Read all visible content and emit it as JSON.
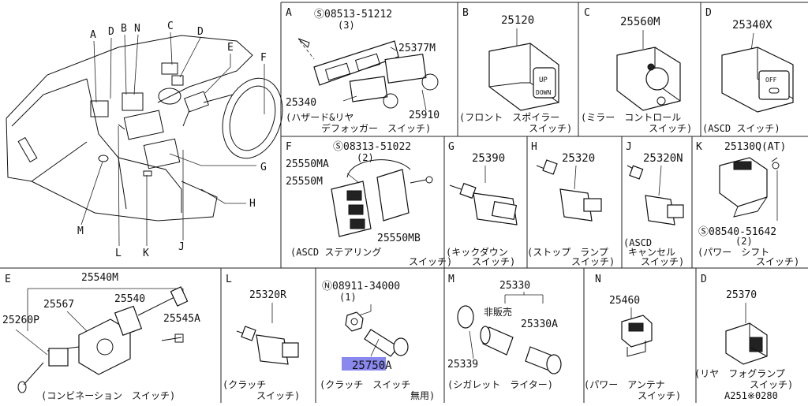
{
  "main_letters": [
    "A",
    "D",
    "B",
    "N",
    "C",
    "D",
    "E",
    "F",
    "G",
    "H",
    "J",
    "K",
    "L",
    "M"
  ],
  "panels": {
    "A": {
      "letter": "A",
      "pn1": "Ⓢ08513-51212",
      "qty": "(3)",
      "pn2": "25377M",
      "pn3": "25340",
      "pn4": "25910",
      "cap1": "(ハザード&リヤ",
      "cap2": "デフォッガー　スイッチ)"
    },
    "B": {
      "letter": "B",
      "pn": "25120",
      "up": "UP",
      "down": "DOWN",
      "cap1": "(フロント　スポイラー",
      "cap2": "スイッチ)"
    },
    "C": {
      "letter": "C",
      "pn": "25560M",
      "cap1": "(ミラー　コントロール",
      "cap2": "スイッチ)"
    },
    "D": {
      "letter": "D",
      "pn": "25340X",
      "off": "OFF",
      "cap1": "(ASCD スイッチ)"
    },
    "F": {
      "letter": "F",
      "pn1": "Ⓢ08313-51022",
      "qty": "(2)",
      "pn2": "25550MA",
      "pn3": "25550M",
      "pn4": "25550MB",
      "cap1": "(ASCD ステアリング",
      "cap2": "スイッチ)"
    },
    "G": {
      "letter": "G",
      "pn": "25390",
      "cap1": "(キックダウン",
      "cap2": "スイッチ)"
    },
    "H": {
      "letter": "H",
      "pn": "25320",
      "cap1": "(ストップ　ランプ",
      "cap2": "スイッチ)"
    },
    "J": {
      "letter": "J",
      "pn": "25320N",
      "cap1": "(ASCD",
      "cap2": "キャンセル",
      "cap3": "スイッチ)"
    },
    "K": {
      "letter": "K",
      "pn1": "25130Q(AT)",
      "pn2": "Ⓢ08540-51642",
      "qty": "(2)",
      "cap1": "(パワー　シフト",
      "cap2": "スイッチ)"
    },
    "E": {
      "letter": "E",
      "pn1": "25540M",
      "pn2": "25567",
      "pn3": "25540",
      "pn4": "25545A",
      "pn5": "25260P",
      "cap1": "(コンビネーション　スイッチ)"
    },
    "L": {
      "letter": "L",
      "pn": "25320R",
      "cap1": "(クラッチ",
      "cap2": "スイッチ)"
    },
    "W": {
      "pn1": "Ⓝ08911-34000",
      "qty": "(1)",
      "pn2": "25750A",
      "cap1": "(クラッチ　スイッチ",
      "cap2": "無用)"
    },
    "M": {
      "letter": "M",
      "pn1": "25330",
      "note": "非販売",
      "pn2": "25330A",
      "pn3": "25339",
      "cap1": "(シガレット　ライター)"
    },
    "N": {
      "letter": "N",
      "pn": "25460",
      "cap1": "(パワー　アンテナ",
      "cap2": "スイッチ)"
    },
    "P": {
      "letter": "D",
      "pn": "25370",
      "cap1": "(リヤ　フォグランプ",
      "cap2": "スイッチ)",
      "code": "A251※0280"
    }
  },
  "highlight_color": "#8888ee"
}
